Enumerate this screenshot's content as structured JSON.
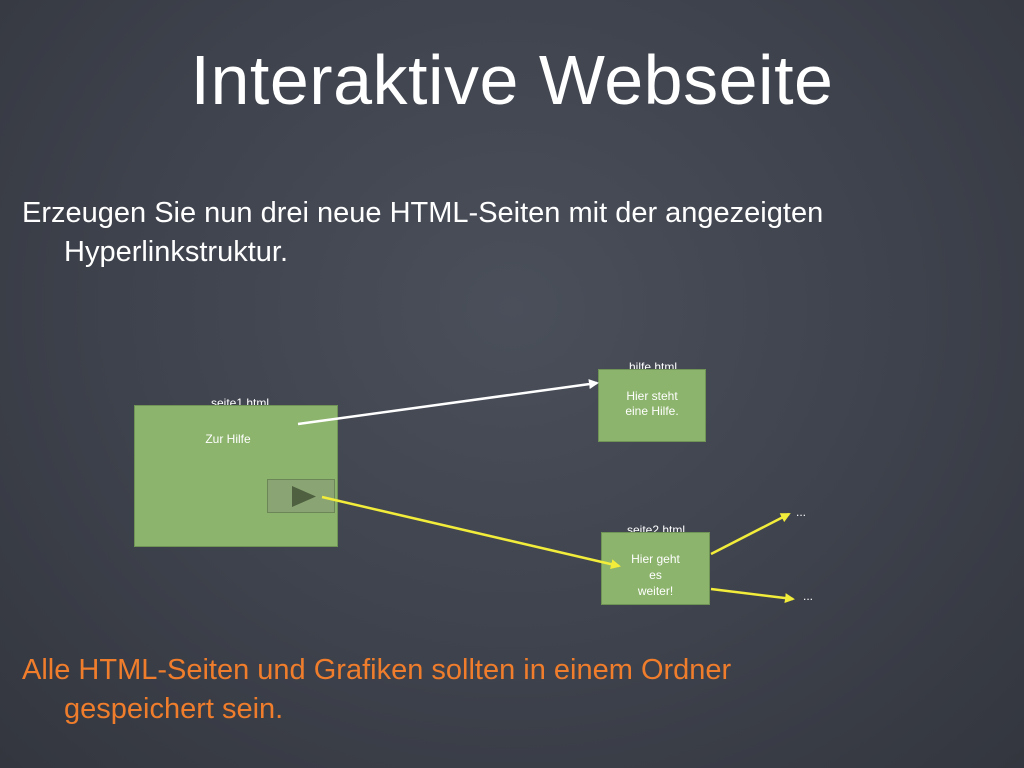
{
  "slide": {
    "title": "Interaktive Webseite",
    "instruction_line1": "Erzeugen Sie nun drei neue HTML-Seiten mit der angezeigten",
    "instruction_line2": "Hyperlinkstruktur.",
    "note_line1": "Alle HTML-Seiten und Grafiken sollten in einem Ordner",
    "note_line2": "gespeichert sein.",
    "note_color": "#ef7d2c"
  },
  "diagram": {
    "seite1": {
      "filename": "seite1.html",
      "link_text": "Zur Hilfe"
    },
    "hilfe": {
      "filename": "hilfe.html",
      "line1": "Hier steht",
      "line2": "eine Hilfe."
    },
    "seite2": {
      "filename": "seite2.html",
      "line1": "Hier geht",
      "line2": "es",
      "line3": "weiter!"
    },
    "more_top": "...",
    "more_bottom": "...",
    "box_color": "#8cb46c",
    "help_arrow_color": "#ffffff",
    "next_arrow_color": "#f2ec3a",
    "play_icon": "play-icon"
  }
}
